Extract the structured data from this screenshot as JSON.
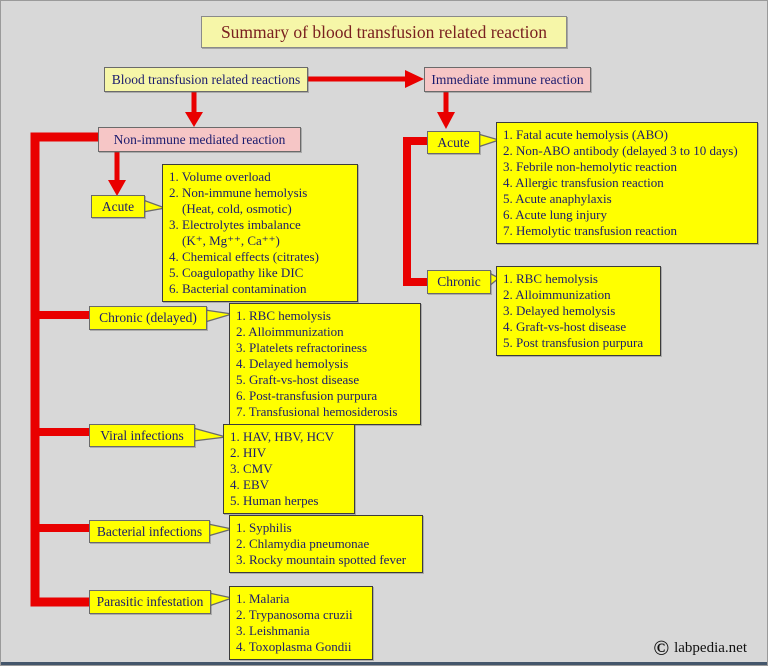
{
  "page": {
    "title": "Summary of blood transfusion related reaction",
    "copyright_symbol": "©",
    "watermark": "labpedia.net"
  },
  "colors": {
    "background": "#d8d8d8",
    "list_yellow": "#ffff00",
    "pale_yellow": "#f6f6a8",
    "pink": "#f6c6c6",
    "arrow_red": "#e90000",
    "text_navy": "#1b1b6e",
    "title_maroon": "#7a2020"
  },
  "nodes": {
    "root": {
      "label": "Blood transfusion related reactions"
    },
    "immune": {
      "label": "Immediate immune reaction"
    },
    "non_immune": {
      "label": "Non-immune mediated reaction"
    }
  },
  "branches": {
    "non_immune": {
      "acute": {
        "label": "Acute",
        "items": [
          "1. Volume overload",
          "2. Non-immune hemolysis",
          "    (Heat, cold, osmotic)",
          "3. Electrolytes imbalance",
          "    (K⁺, Mg⁺⁺, Ca⁺⁺)",
          "4. Chemical effects (citrates)",
          "5. Coagulopathy like DIC",
          "6. Bacterial contamination"
        ]
      },
      "chronic": {
        "label": "Chronic (delayed)",
        "items": [
          "1. RBC hemolysis",
          "2. Alloimmunization",
          "3. Platelets refractoriness",
          "4. Delayed hemolysis",
          "5. Graft-vs-host disease",
          "6. Post-transfusion purpura",
          "7. Transfusional hemosiderosis"
        ]
      },
      "viral": {
        "label": "Viral infections",
        "items": [
          "1. HAV, HBV, HCV",
          "2. HIV",
          "3. CMV",
          "4. EBV",
          "5. Human herpes"
        ]
      },
      "bacterial": {
        "label": "Bacterial infections",
        "items": [
          "1. Syphilis",
          "2. Chlamydia pneumonae",
          "3. Rocky mountain spotted fever"
        ]
      },
      "parasitic": {
        "label": "Parasitic infestation",
        "items": [
          "1. Malaria",
          "2. Trypanosoma cruzii",
          "3. Leishmania",
          "4. Toxoplasma Gondii"
        ]
      }
    },
    "immune": {
      "acute": {
        "label": "Acute",
        "items": [
          "1. Fatal acute hemolysis (ABO)",
          "2. Non-ABO antibody (delayed 3 to 10 days)",
          "3. Febrile non-hemolytic reaction",
          "4. Allergic transfusion reaction",
          "5. Acute anaphylaxis",
          "6. Acute lung injury",
          "7. Hemolytic transfusion reaction"
        ]
      },
      "chronic": {
        "label": "Chronic",
        "items": [
          "1. RBC hemolysis",
          "2. Alloimmunization",
          "3. Delayed hemolysis",
          "4. Graft-vs-host disease",
          "5. Post transfusion purpura"
        ]
      }
    }
  }
}
